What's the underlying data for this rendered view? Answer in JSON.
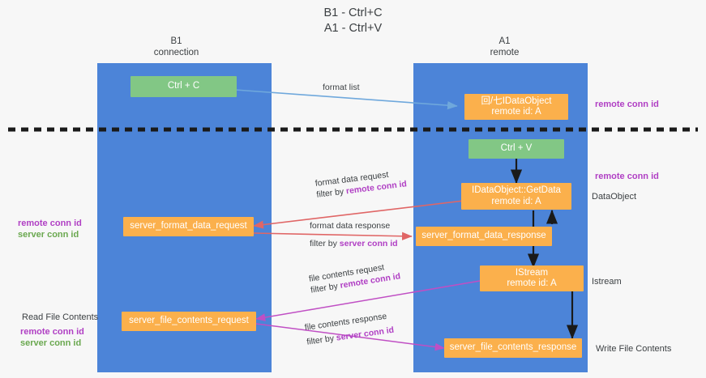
{
  "title": {
    "line1": "B1 - Ctrl+C",
    "line2": "A1 - Ctrl+V"
  },
  "colors": {
    "lane": "#4c84d8",
    "green_node": "#82c785",
    "orange_node": "#fbb04c",
    "purple_text": "#b03fc4",
    "green_text": "#6aa84f",
    "blue_arrow": "#6fa8dc",
    "red_arrow": "#e06666",
    "magenta_arrow": "#c04fc4",
    "black_arrow": "#000000",
    "background": "#f7f7f7"
  },
  "lanes": [
    {
      "name": "b1",
      "title_line1": "B1",
      "title_line2": "connection"
    },
    {
      "name": "a1",
      "title_line1": "A1",
      "title_line2": "remote"
    }
  ],
  "nodes": [
    {
      "name": "ctrl-c-node",
      "line1": "Ctrl + C",
      "line2": "",
      "color": "green"
    },
    {
      "name": "idataobject-node",
      "line1": "回/七IDataObject",
      "line2": "remote id: A",
      "color": "orange"
    },
    {
      "name": "ctrl-v-node",
      "line1": "Ctrl + V",
      "line2": "",
      "color": "green"
    },
    {
      "name": "idataobject-getdata-node",
      "line1": "IDataObject::GetData",
      "line2": "remote id: A",
      "color": "orange"
    },
    {
      "name": "server-format-data-request-node",
      "line1": "server_format_data_request",
      "line2": "",
      "color": "orange"
    },
    {
      "name": "server-format-data-response-node",
      "line1": "server_format_data_response",
      "line2": "",
      "color": "orange"
    },
    {
      "name": "istream-node",
      "line1": "IStream",
      "line2": "remote id: A",
      "color": "orange"
    },
    {
      "name": "server-file-contents-request-node",
      "line1": "server_file_contents_request",
      "line2": "",
      "color": "orange"
    },
    {
      "name": "server-file-contents-response-node",
      "line1": "server_file_contents_response",
      "line2": "",
      "color": "orange"
    }
  ],
  "edge_labels": {
    "format_list": "format list",
    "format_data_request": "format data request",
    "format_data_request_filter_prefix": "filter by ",
    "format_data_request_filter_key": "remote conn id",
    "format_data_response": "format data response",
    "format_data_response_filter_prefix": "filter by ",
    "format_data_response_filter_key": "server conn id",
    "file_contents_request": "file contents request",
    "file_contents_request_filter_prefix": "filter by ",
    "file_contents_request_filter_key": "remote conn id",
    "file_contents_response": "file contents response",
    "file_contents_response_filter_prefix": "filter by ",
    "file_contents_response_filter_key": "server conn id"
  },
  "annotations": {
    "right_remote_conn_id_top": "remote conn id",
    "right_remote_conn_id_mid": "remote conn id",
    "right_dataobject": "DataObject",
    "right_istream": "Istream",
    "right_write_file_contents": "Write File Contents",
    "left_remote_conn_id_mid": "remote conn id",
    "left_server_conn_id_mid": "server conn id",
    "left_read_file_contents": "Read File Contents",
    "left_remote_conn_id_bottom": "remote conn id",
    "left_server_conn_id_bottom": "server conn id"
  }
}
